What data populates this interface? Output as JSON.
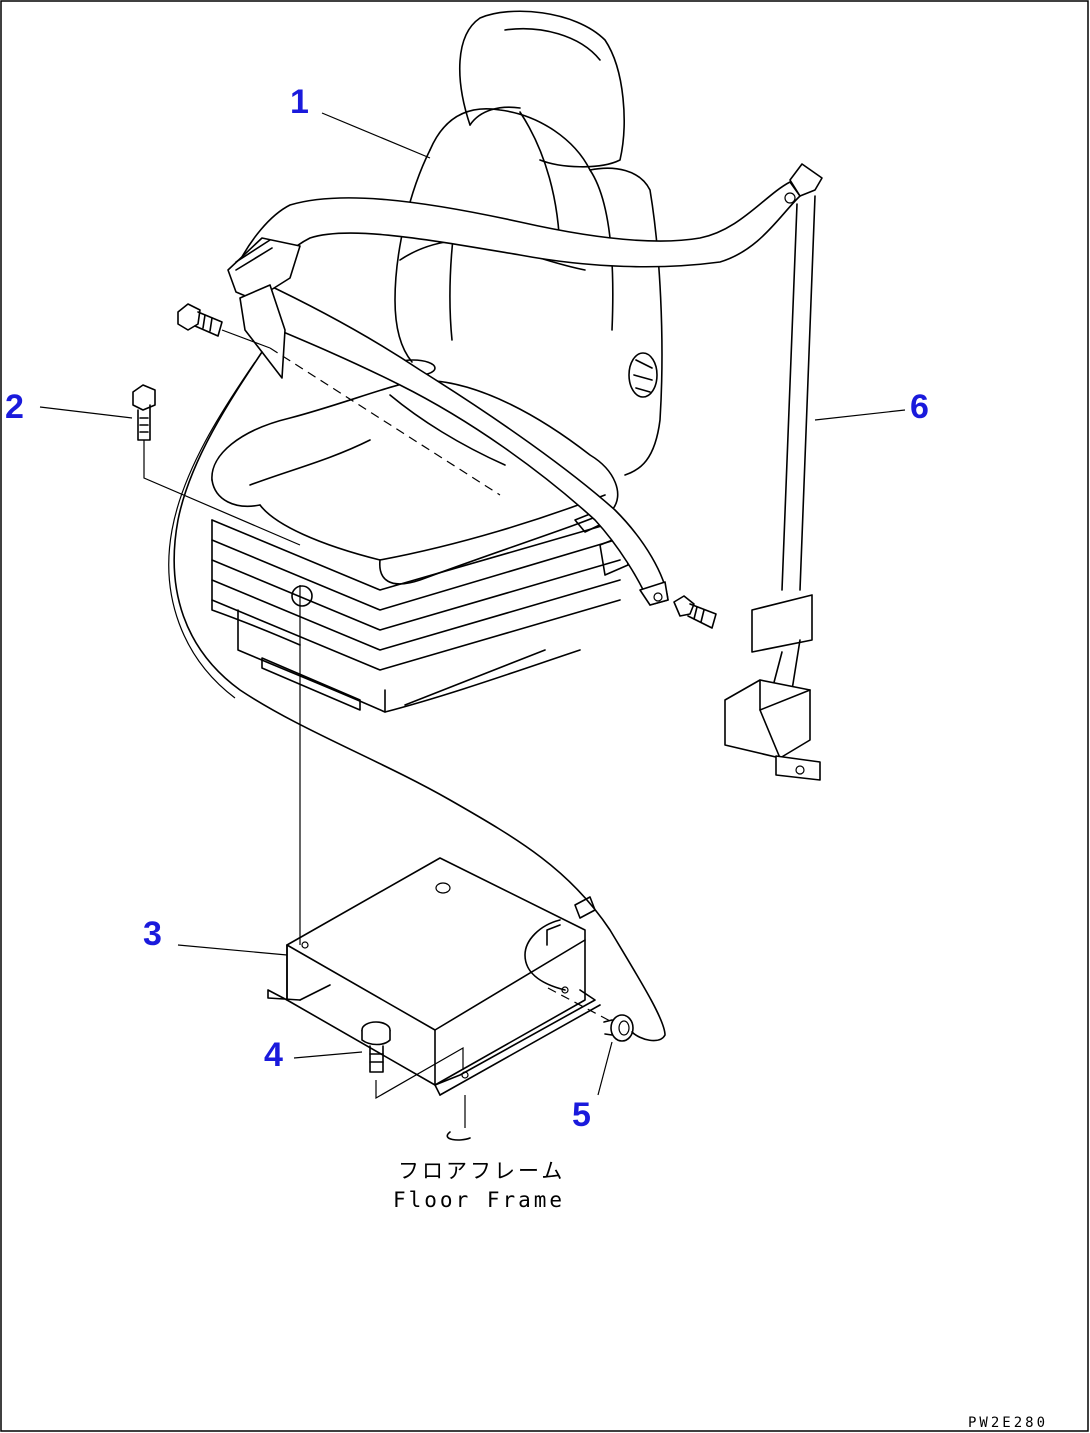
{
  "callouts": {
    "c1": "1",
    "c2": "2",
    "c3": "3",
    "c4": "4",
    "c5": "5",
    "c6": "6"
  },
  "note": {
    "line_jp": "フロアフレーム",
    "line_en": "Floor Frame"
  },
  "drawing_code": "PW2E280",
  "colors": {
    "callout": "#1a1adc",
    "line": "#000000",
    "background": "#ffffff"
  }
}
